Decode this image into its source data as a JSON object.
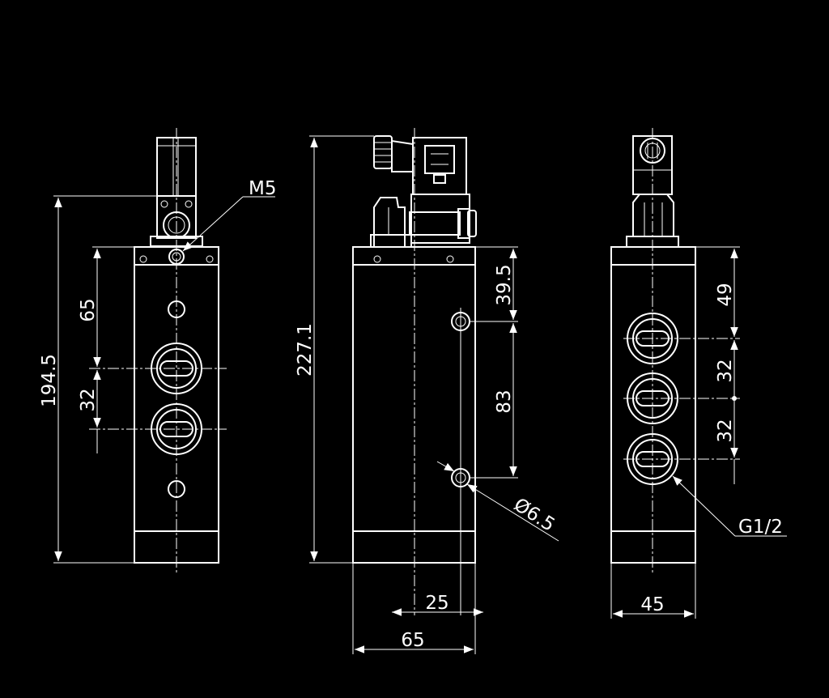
{
  "colors": {
    "background": "#000000",
    "line": "#ffffff"
  },
  "left_view": {
    "thread_label": "M5",
    "dim_total_height": "194.5",
    "dim_top_to_port": "65",
    "dim_port_pitch": "32"
  },
  "middle_view": {
    "dim_total_height": "227.1",
    "dim_top_to_hole": "39.5",
    "dim_hole_pitch": "83",
    "dim_hole_diameter": "Ø6.5",
    "dim_hole_offset": "25",
    "dim_width": "65"
  },
  "right_view": {
    "dim_top_to_port": "49",
    "dim_port_pitch_1": "32",
    "dim_port_pitch_2": "32",
    "port_thread_label": "G1/2",
    "dim_width": "45"
  }
}
